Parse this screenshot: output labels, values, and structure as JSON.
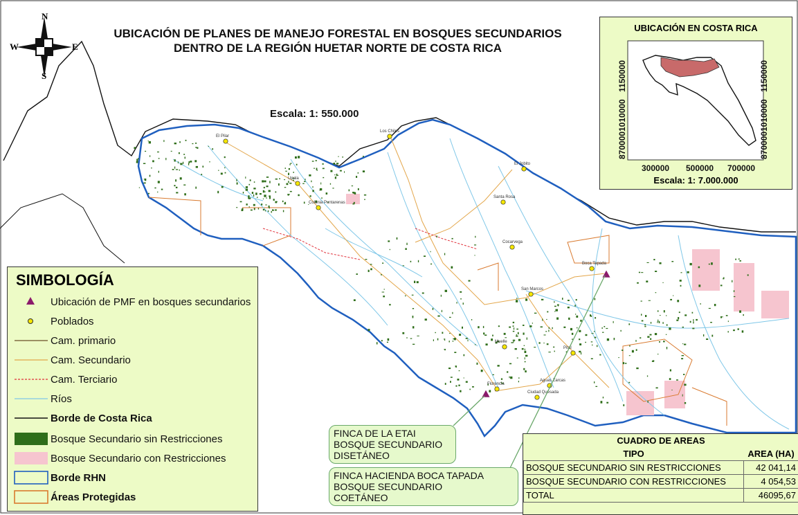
{
  "title_line1": "UBICACIÓN DE PLANES DE MANEJO FORESTAL EN BOSQUES SECUNDARIOS",
  "title_line2": "DENTRO DE LA REGIÓN HUETAR NORTE DE COSTA RICA",
  "main_scale": "Escala: 1: 550.000",
  "compass": {
    "n": "N",
    "s": "S",
    "e": "E",
    "w": "W"
  },
  "inset": {
    "title": "UBICACIÓN EN COSTA RICA",
    "scale": "Escala: 1: 7.000.000",
    "x_ticks": [
      "300000",
      "500000",
      "700000"
    ],
    "y_ticks_left": [
      "870000",
      "1010000",
      "1150000"
    ],
    "y_ticks_right": [
      "870000",
      "1010000",
      "1150000"
    ]
  },
  "towns": [
    {
      "name": "Los Chiles"
    },
    {
      "name": "El Pilar"
    },
    {
      "name": "El Jobito"
    },
    {
      "name": "Upala"
    },
    {
      "name": "Colonia Puntarenas"
    },
    {
      "name": "Santa Rosa"
    },
    {
      "name": "Cocarvega"
    },
    {
      "name": "Boca Tapada"
    },
    {
      "name": "San Marcos"
    },
    {
      "name": "Muelle"
    },
    {
      "name": "Florencia"
    },
    {
      "name": "Aguas Zarcas"
    },
    {
      "name": "Ciudad Quesada"
    },
    {
      "name": "Pital"
    }
  ],
  "legend": {
    "title": "SIMBOLOGÍA",
    "items": [
      {
        "label": "Ubicación de PMF en bosques secundarios",
        "symbol": "triangle",
        "color": "#8b1a6b",
        "bold": false
      },
      {
        "label": "Poblados",
        "symbol": "dot",
        "color": "#f5e600",
        "bold": false
      },
      {
        "label": "Cam. primario",
        "symbol": "line",
        "color": "#6b4f2a",
        "bold": false
      },
      {
        "label": "Cam. Secundario",
        "symbol": "line",
        "color": "#e3a64a",
        "bold": false
      },
      {
        "label": "Cam. Terciario",
        "symbol": "dash",
        "color": "#e0303a",
        "bold": false
      },
      {
        "label": "Ríos",
        "symbol": "line",
        "color": "#7fc7e8",
        "bold": false
      },
      {
        "label": "Borde de Costa Rica",
        "symbol": "line",
        "color": "#111111",
        "bold": true
      },
      {
        "label": "Bosque Secundario sin Restricciones",
        "symbol": "fill",
        "color": "#2f6e1a",
        "bold": false
      },
      {
        "label": "Bosque Secundario con Restricciones",
        "symbol": "fill",
        "color": "#f6c5cf",
        "bold": false
      },
      {
        "label": "Borde RHN",
        "symbol": "box",
        "color": "#1f5fbf",
        "bold": true
      },
      {
        "label": "Áreas Protegidas",
        "symbol": "box",
        "color": "#d97a2f",
        "bold": true
      }
    ]
  },
  "callouts": [
    {
      "lines": [
        "FINCA DE LA  ETAI",
        "BOSQUE SECUNDARIO",
        "DISETÁNEO"
      ]
    },
    {
      "lines": [
        "FINCA HACIENDA  BOCA TAPADA",
        "BOSQUE SECUNDARIO",
        "COETÁNEO"
      ]
    }
  ],
  "areas_table": {
    "title": "CUADRO DE AREAS",
    "col_tipo": "TIPO",
    "col_area": "AREA (HA)",
    "rows": [
      {
        "tipo": "BOSQUE SECUNDARIO SIN RESTRICCIONES",
        "area": "42 041,14"
      },
      {
        "tipo": "BOSQUE SECUNDARIO CON RESTRICCIONES",
        "area": "4 054,53"
      }
    ],
    "total_label": "TOTAL",
    "total_value": "46095,67"
  },
  "colors": {
    "region_fill": "#ffffff",
    "rhn_border": "#1f5fbf",
    "country_border": "#111111",
    "forest": "#2f6e1a",
    "forest_restricted": "#f6c5cf",
    "rivers": "#7fc7e8",
    "roads": "#e3a64a",
    "protected": "#d97a2f",
    "inset_region": "#c86a6a",
    "panel_bg": "#edfbc6"
  }
}
